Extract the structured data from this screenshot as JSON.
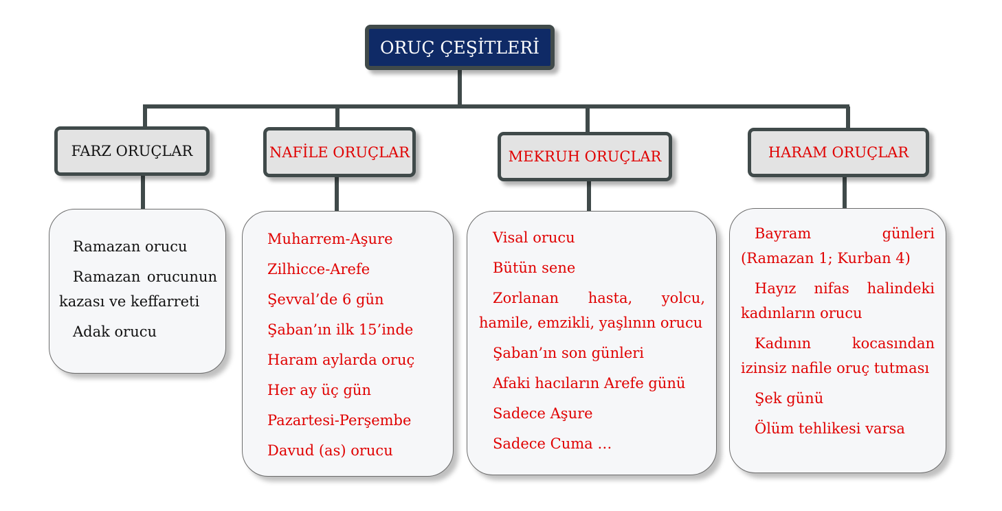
{
  "title": "ORUÇ ÇEŞİTLERİ",
  "colors": {
    "title_fill": "#0f2a66",
    "category_fill": "#e3e3e3",
    "border": "#404a4a",
    "red_text": "#e00000",
    "black_text": "#111111"
  },
  "categories": [
    {
      "label": "FARZ ORUÇLAR",
      "items": [
        "Ramazan orucu",
        "Ramazan orucunun kazası ve keffarreti",
        "Adak orucu"
      ]
    },
    {
      "label": "NAFİLE ORUÇLAR",
      "items": [
        "Muharrem-Aşure",
        "Zilhicce-Arefe",
        "Şevval’de 6 gün",
        "Şaban’ın ilk 15’inde",
        "Haram aylarda oruç",
        "Her ay üç gün",
        "Pazartesi-Perşembe",
        "Davud (as) orucu"
      ]
    },
    {
      "label": "MEKRUH ORUÇLAR",
      "items": [
        "Visal orucu",
        "Bütün sene",
        "Zorlanan hasta, yolcu, hamile, emzikli, yaşlının orucu",
        "Şaban’ın son günleri",
        "Afaki hacıların Arefe günü",
        "Sadece Aşure",
        "Sadece Cuma …"
      ]
    },
    {
      "label": "HARAM ORUÇLAR",
      "items": [
        "Bayram günleri (Ramazan 1; Kurban 4)",
        "Hayız nifas halindeki kadınların orucu",
        "Kadının kocasından izinsiz nafile oruç tutması",
        "Şek günü",
        "Ölüm tehlikesi varsa"
      ]
    }
  ]
}
